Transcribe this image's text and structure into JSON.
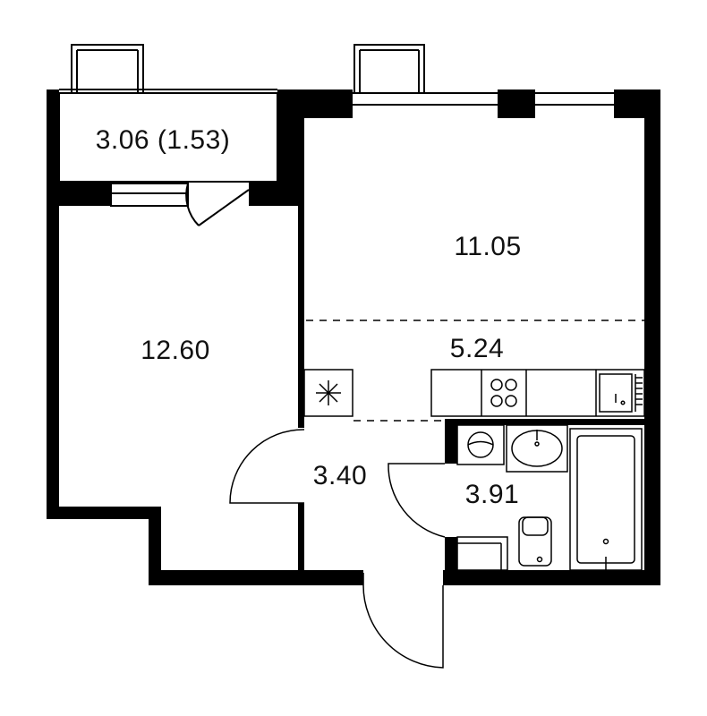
{
  "colors": {
    "wall": "#000000",
    "line": "#000000",
    "background": "#ffffff"
  },
  "rooms": {
    "balcony": {
      "area": "3.06 (1.53)"
    },
    "bedroom": {
      "area": "12.60"
    },
    "living": {
      "area": "11.05"
    },
    "kitchen": {
      "area": "5.24"
    },
    "hallway": {
      "area": "3.40"
    },
    "bathroom": {
      "area": "3.91"
    }
  },
  "fixtures": {
    "stove": "stove-icon",
    "sink": "sink-icon",
    "washing_machine": "washing-machine-icon",
    "toilet": "toilet-icon",
    "bathtub": "bathtub-icon",
    "ventilation": "ventilation-icon"
  }
}
